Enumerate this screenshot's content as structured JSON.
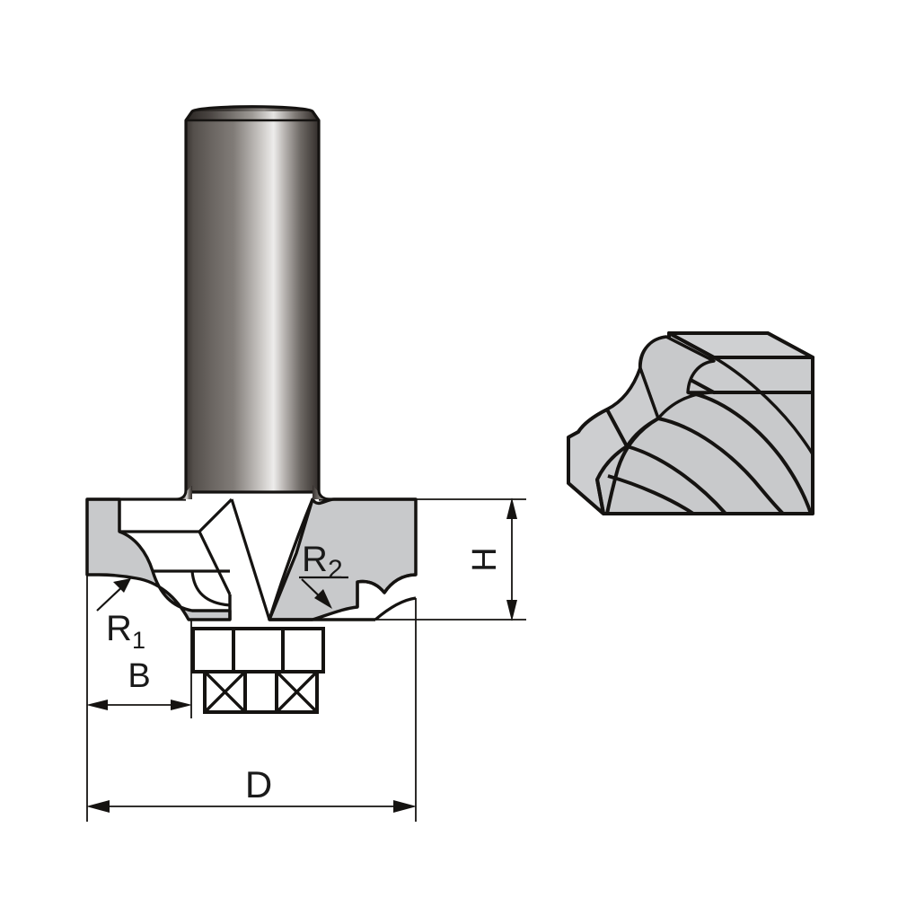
{
  "drawing": {
    "title": "Router bit classical ogee profile technical drawing",
    "background_color": "#FFFFFF",
    "line_color": "#1A1A1A",
    "carbide_fill_color": "#C8C9CB",
    "shank_gradient": {
      "dark": "#2B2724",
      "mid": "#6E6A66",
      "light": "#D8D6D4",
      "highlight": "#F2F1F0"
    }
  },
  "dimensions": {
    "height": {
      "label": "H",
      "name": "cutting-height",
      "orientation": "vertical",
      "label_rotation": -90
    },
    "diameter": {
      "label": "D",
      "name": "cutter-diameter",
      "orientation": "horizontal",
      "label_rotation": 0
    },
    "bearing_offset": {
      "label": "B",
      "name": "profile-width",
      "orientation": "horizontal",
      "label_rotation": 0
    },
    "radius_1": {
      "label": "R",
      "subscript": "1",
      "name": "upper-radius",
      "leader": "arrow-up-right"
    },
    "radius_2": {
      "label": "R",
      "subscript": "2",
      "name": "lower-radius",
      "leader": "arrow-down-right",
      "underlined": true
    }
  },
  "parts": {
    "shank": {
      "name": "router-bit-shank"
    },
    "cutter_body": {
      "name": "cutter-body"
    },
    "carbide_cutter": {
      "name": "carbide-cutting-edge"
    },
    "bearing": {
      "name": "guide-bearing-assembly"
    },
    "wood_sample": {
      "name": "machined-wood-profile-sample"
    }
  }
}
